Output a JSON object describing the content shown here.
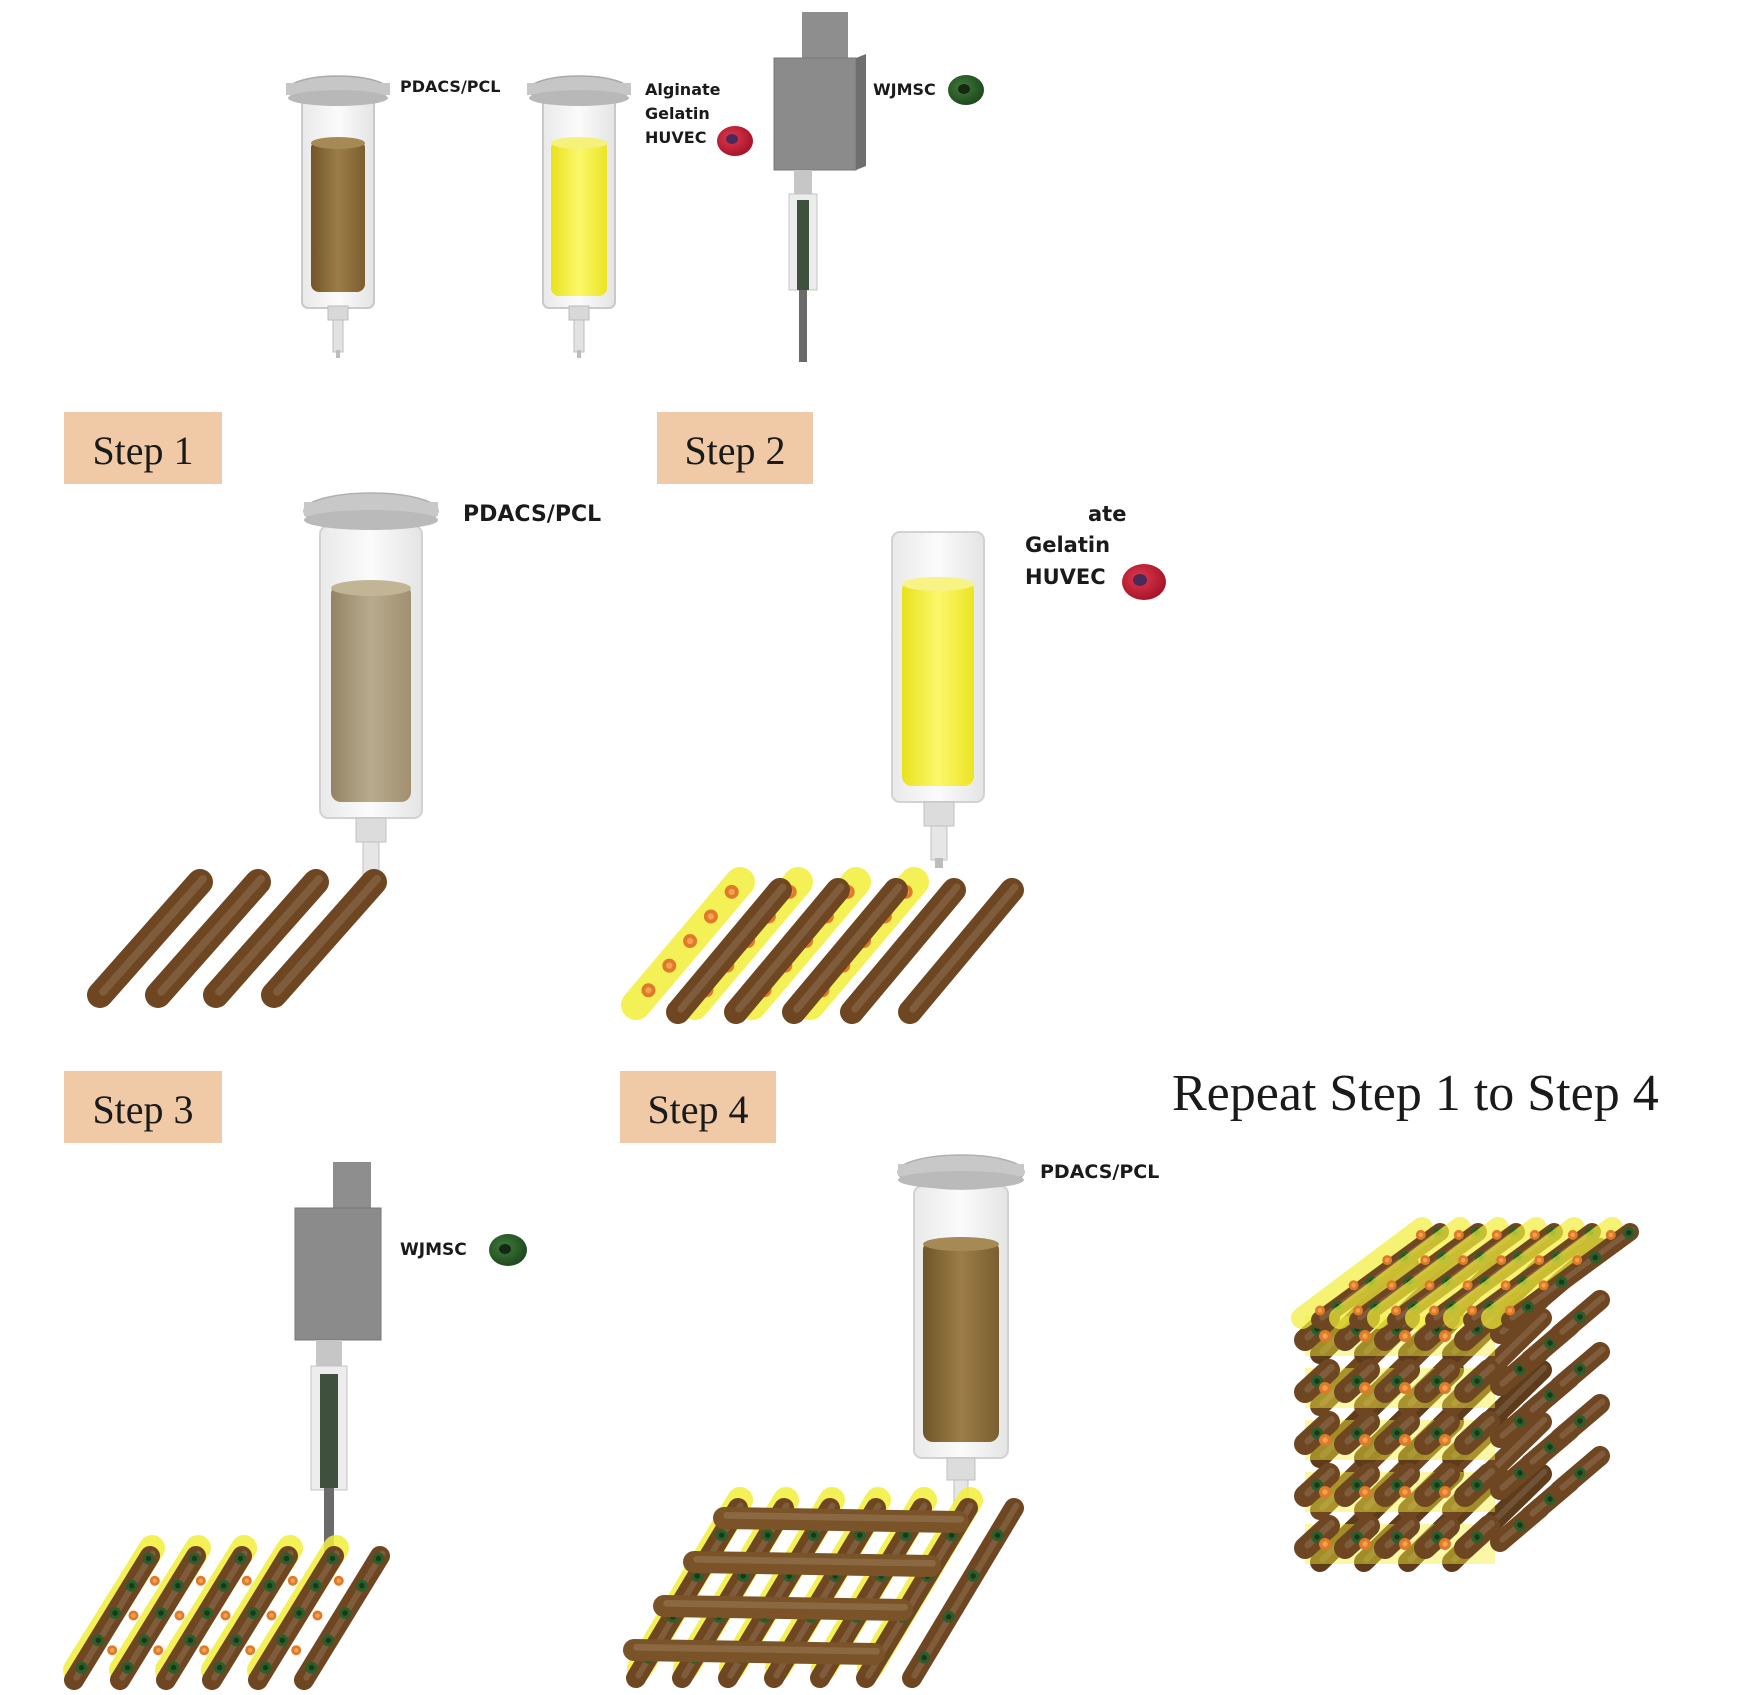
{
  "legend": {
    "pdacs": "PDACS/PCL",
    "alginate": "Alginate",
    "gelatin": "Gelatin",
    "huvec": "HUVEC",
    "wjmsc": "WJMSC"
  },
  "steps": {
    "step1": {
      "title": "Step 1",
      "material": "PDACS/PCL"
    },
    "step2": {
      "title": "Step 2",
      "material_partial": "ate",
      "gelatin": "Gelatin",
      "huvec": "HUVEC"
    },
    "step3": {
      "title": "Step 3",
      "cell": "WJMSC"
    },
    "step4": {
      "title": "Step 4",
      "material": "PDACS/PCL"
    }
  },
  "repeat_text": "Repeat Step 1 to Step 4",
  "colors": {
    "pcl_fill": "#8a6d3b",
    "pcl_fill_light": "#ab9c7c",
    "strand_brown": "#6e4722",
    "bioink_yellow": "#f3ef3a",
    "huvec_red": "#c41f35",
    "wjmsc_green": "#2e5d2c",
    "step_label_bg": "#f0caa6",
    "syringe_cap": "#c8c8c8",
    "printhead_gray": "#8b8b8b"
  }
}
